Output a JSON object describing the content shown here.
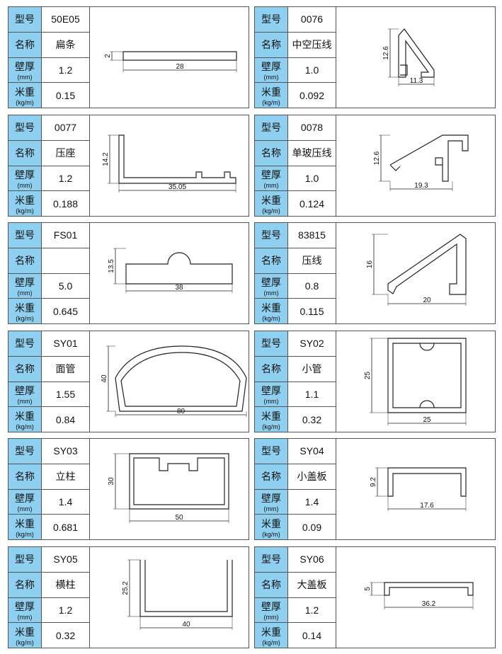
{
  "labels": {
    "model": "型号",
    "name": "名称",
    "thickness": "壁厚",
    "thickness_unit": "(mm)",
    "weight": "米重",
    "weight_unit": "(kg/m)"
  },
  "items": [
    {
      "model": "50E05",
      "name": "扁条",
      "thickness": "1.2",
      "weight": "0.15",
      "dims": [
        "2",
        "28"
      ]
    },
    {
      "model": "0076",
      "name": "中空压线",
      "thickness": "1.0",
      "weight": "0.092",
      "dims": [
        "12.6",
        "11.3"
      ]
    },
    {
      "model": "0077",
      "name": "压座",
      "thickness": "1.2",
      "weight": "0.188",
      "dims": [
        "14.2",
        "35.05"
      ]
    },
    {
      "model": "0078",
      "name": "单玻压线",
      "thickness": "1.0",
      "weight": "0.124",
      "dims": [
        "12.6",
        "19.3"
      ]
    },
    {
      "model": "FS01",
      "name": "",
      "thickness": "5.0",
      "weight": "0.645",
      "dims": [
        "13.5",
        "38"
      ]
    },
    {
      "model": "83815",
      "name": "压线",
      "thickness": "0.8",
      "weight": "0.115",
      "dims": [
        "16",
        "20"
      ]
    },
    {
      "model": "SY01",
      "name": "面管",
      "thickness": "1.55",
      "weight": "0.84",
      "dims": [
        "40",
        "80"
      ]
    },
    {
      "model": "SY02",
      "name": "小管",
      "thickness": "1.1",
      "weight": "0.32",
      "dims": [
        "25",
        "25"
      ]
    },
    {
      "model": "SY03",
      "name": "立柱",
      "thickness": "1.4",
      "weight": "0.681",
      "dims": [
        "30",
        "50"
      ]
    },
    {
      "model": "SY04",
      "name": "小盖板",
      "thickness": "1.4",
      "weight": "0.09",
      "dims": [
        "9.2",
        "17.6"
      ]
    },
    {
      "model": "SY05",
      "name": "横柱",
      "thickness": "1.2",
      "weight": "0.32",
      "dims": [
        "25.2",
        "40"
      ]
    },
    {
      "model": "SY06",
      "name": "大盖板",
      "thickness": "1.2",
      "weight": "0.14",
      "dims": [
        "5",
        "36.2"
      ]
    }
  ]
}
